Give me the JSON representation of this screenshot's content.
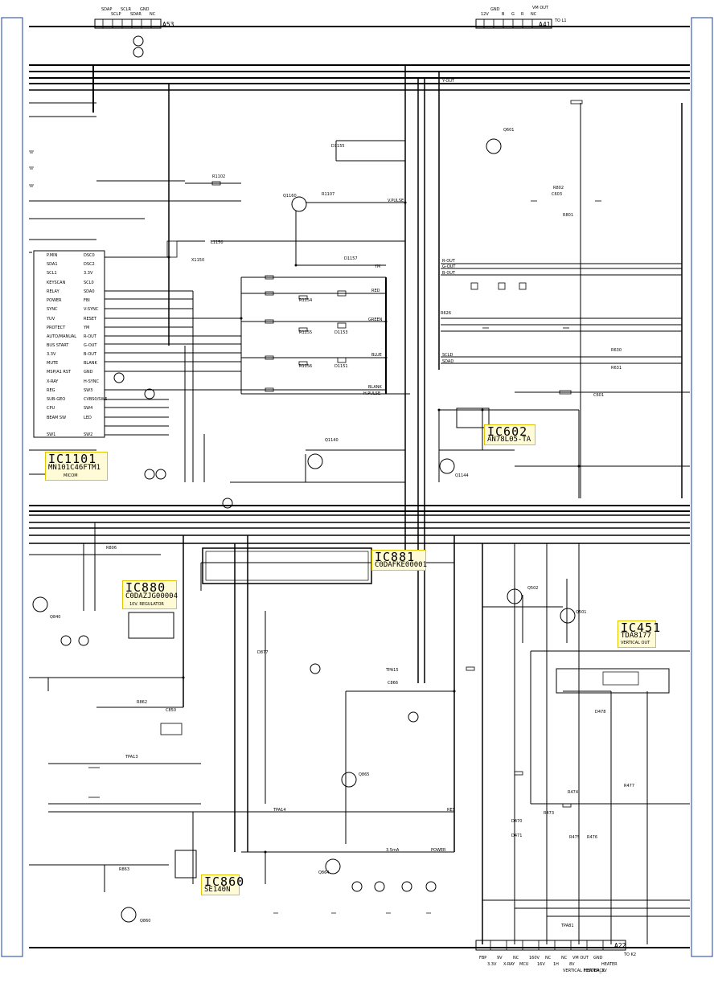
{
  "ic_labels": {
    "ic1101": {
      "name": "IC1101",
      "part": "MN101C46FTM1",
      "func": "MICOM"
    },
    "ic602": {
      "name": "IC602",
      "part": "AN78L05-TA"
    },
    "ic881": {
      "name": "IC881",
      "part": "C0DAFKE00001"
    },
    "ic880": {
      "name": "IC880",
      "part": "C0DAZJG00004",
      "func": "10V. REGULATOR"
    },
    "ic451": {
      "name": "IC451",
      "part": "TDA8177",
      "func": "VERTICAL OUT"
    },
    "ic860": {
      "name": "IC860",
      "part": "SE140N"
    }
  },
  "connectors": {
    "a53": "A53",
    "a41": "A41",
    "a22": "A22",
    "to_l1": "TO L1",
    "to_k2": "TO K2"
  },
  "mcu_pins_left": [
    "P.MIN",
    "SDA1",
    "SCL1",
    "KEYSCAN",
    "RELAY",
    "POWER",
    "SYNC",
    "YUV",
    "PROTECT",
    "AUTO/MANUAL",
    "BUS START",
    "3.3V",
    "MUTE",
    "MSP/A1 RST",
    "X-RAY",
    "REG",
    "SUB-GEO",
    "CPU",
    "BEAM SW",
    "SW1"
  ],
  "mcu_pins_right": [
    "DSC0",
    "DSC2",
    "3.3V",
    "SCL0",
    "SDA0",
    "FBI",
    "V-SYNC",
    "RESET",
    "YM",
    "R-OUT",
    "G-OUT",
    "B-OUT",
    "BLANK",
    "GND",
    "H-SYNC",
    "SW3",
    "CVBS0/SW5",
    "SW4",
    "LED",
    "SW2"
  ],
  "signals": [
    "V.PULSE",
    "H.PULSE",
    "BLANK",
    "Y-OUT",
    "R-OUT",
    "G-OUT",
    "B-OUT",
    "SCLD",
    "SDAD",
    "RED",
    "GREEN",
    "BLUE",
    "YM",
    "POWER",
    "RES",
    "3.5mA"
  ],
  "components": [
    "Q1160",
    "Q1140",
    "Q1144",
    "Q601",
    "Q502",
    "Q501",
    "Q840",
    "Q865",
    "Q864",
    "Q860",
    "R1102",
    "R1107",
    "R1154",
    "R1155",
    "R1156",
    "L1150",
    "X1150",
    "D1155",
    "D1153",
    "D1151",
    "D1157",
    "R626",
    "R630",
    "R631",
    "C601",
    "C603",
    "R801",
    "R802",
    "R806",
    "R862",
    "R863",
    "C850",
    "C866",
    "D877",
    "D478",
    "R473",
    "R474",
    "R475",
    "R476",
    "R477",
    "D471",
    "D470",
    "TPA81",
    "TPA13",
    "TPA14",
    "TPA15"
  ],
  "pin_labels_top": [
    "SDAP",
    "SCLP",
    "SCLR",
    "SDAR",
    "GND",
    "NC",
    "12V",
    "GND",
    "B",
    "G",
    "R",
    "NC",
    "VM OUT"
  ],
  "pin_labels_bottom": [
    "FBP",
    "3.3V",
    "9V",
    "X-RAY",
    "NC",
    "MCU",
    "160V",
    "16V",
    "NC",
    "1H",
    "NC",
    "8V",
    "VM OUT",
    "VERTICAL FEEDBACK",
    "GND",
    "HEATER_3V",
    "HEATER"
  ]
}
